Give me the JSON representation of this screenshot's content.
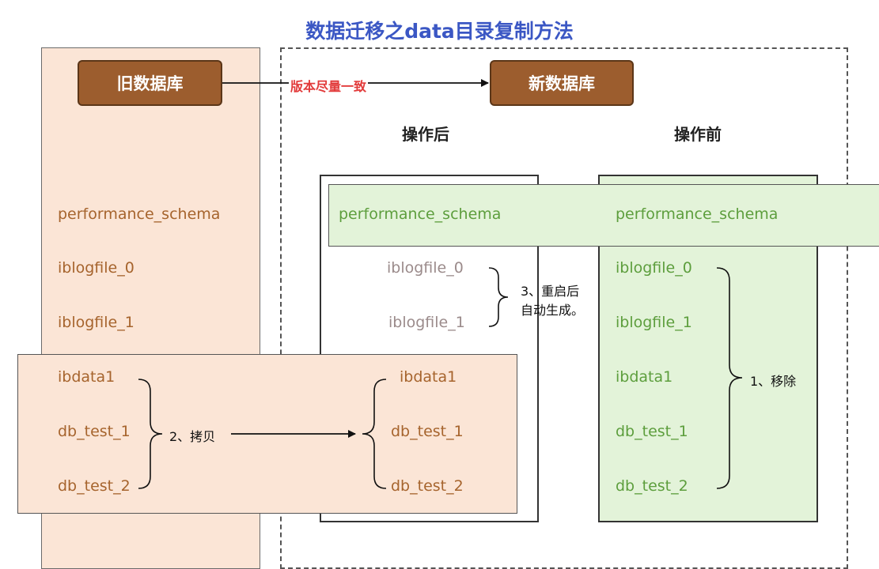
{
  "title": "数据迁移之data目录复制方法",
  "old_db_label": "旧数据库",
  "new_db_label": "新数据库",
  "version_note": "版本尽量一致",
  "after_heading": "操作后",
  "before_heading": "操作前",
  "old_files": [
    "performance_schema",
    "iblogfile_0",
    "iblogfile_1",
    "ibdata1",
    "db_test_1",
    "db_test_2"
  ],
  "after_files": [
    "performance_schema",
    "iblogfile_0",
    "iblogfile_1",
    "ibdata1",
    "db_test_1",
    "db_test_2"
  ],
  "before_files": [
    "performance_schema",
    "iblogfile_0",
    "iblogfile_1",
    "ibdata1",
    "db_test_1",
    "db_test_2"
  ],
  "step_remove": "1、移除",
  "step_copy": "2、拷贝",
  "step_regen_line1": "3、重启后",
  "step_regen_line2": "自动生成。",
  "colors": {
    "title": "#3b57c4",
    "old_panel": "#fbe5d6",
    "new_panel": "#e3f3d9",
    "db_button": "#9c5d2e",
    "old_text": "#a6642d",
    "new_text": "#5d9e3d",
    "regen_text": "#9b8b8b",
    "note": "#e23b3b"
  }
}
